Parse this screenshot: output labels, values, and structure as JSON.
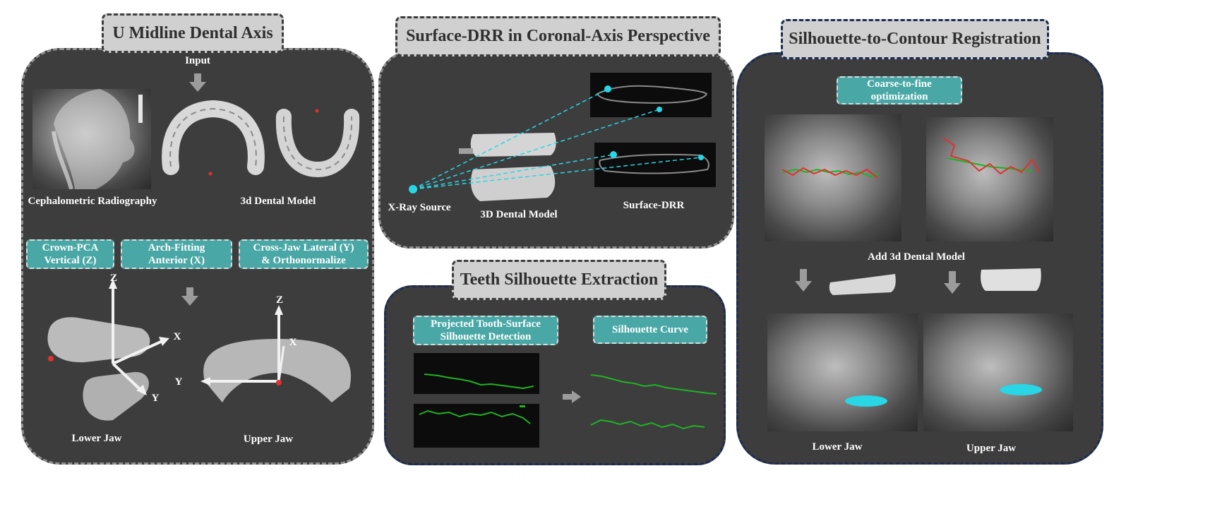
{
  "panel_left": {
    "title": "U Midline Dental Axis",
    "input_label": "Input",
    "ceph_label": "Cephalometric Radiography",
    "model_label": "3d Dental Model",
    "step_boxes": [
      {
        "line1": "Crown-PCA",
        "line2": "Vertical (Z)"
      },
      {
        "line1": "Arch-Fitting",
        "line2": "Anterior (X)"
      },
      {
        "line1": "Cross-Jaw Lateral (Y)",
        "line2": "& Orthonormalize"
      }
    ],
    "lower_axes": {
      "z": "Z",
      "x": "X",
      "y": "Y"
    },
    "upper_axes": {
      "z": "Z",
      "x": "X",
      "y": "Y"
    },
    "lower_jaw_label": "Lower Jaw",
    "upper_jaw_label": "Upper Jaw"
  },
  "panel_drr": {
    "title": "Surface-DRR in Coronal-Axis Perspective",
    "xray_label": "X-Ray Source",
    "model_label": "3D Dental Model",
    "drr_label": "Surface-DRR"
  },
  "panel_silhouette": {
    "title": "Teeth Silhouette Extraction",
    "box_detect_line1": "Projected Tooth-Surface",
    "box_detect_line2": "Silhouette Detection",
    "box_curve": "Silhouette Curve"
  },
  "panel_registration": {
    "title": "Silhouette-to-Contour Registration",
    "optimization_label": "Coarse-to-fine optimization",
    "add_model_label": "Add 3d Dental Model",
    "lower_jaw_label": "Lower Jaw",
    "upper_jaw_label": "Upper Jaw"
  },
  "colors": {
    "panel_bg": "#3d3d3d",
    "teal": "#49a8a6",
    "cyan": "#28d6e6",
    "green_curve": "#1fb324",
    "red_curve": "#e03030",
    "navy_border": "#1c2b52"
  }
}
